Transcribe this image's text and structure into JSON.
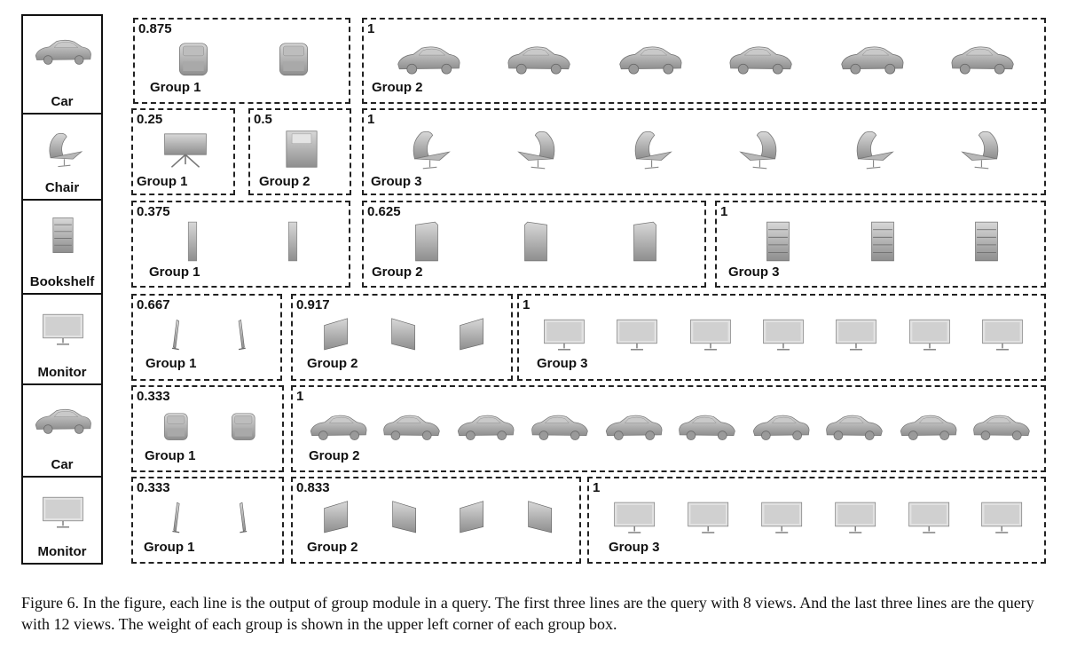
{
  "rows": [
    {
      "query": {
        "label": "Car",
        "icon": "car-render"
      },
      "groups": [
        {
          "weight": "0.875",
          "label": "Group 1",
          "views": 2,
          "icon": "car-front-view"
        },
        {
          "weight": "1",
          "label": "Group 2",
          "views": 6,
          "icon": "car-side-view"
        }
      ]
    },
    {
      "query": {
        "label": "Chair",
        "icon": "chair-render"
      },
      "groups": [
        {
          "weight": "0.25",
          "label": "Group 1",
          "views": 1,
          "icon": "chair-back-view"
        },
        {
          "weight": "0.5",
          "label": "Group 2",
          "views": 1,
          "icon": "chair-front-view"
        },
        {
          "weight": "1",
          "label": "Group 3",
          "views": 6,
          "icon": "chair-angled-view"
        }
      ]
    },
    {
      "query": {
        "label": "Bookshelf",
        "icon": "bookshelf-render"
      },
      "groups": [
        {
          "weight": "0.375",
          "label": "Group 1",
          "views": 2,
          "icon": "bookshelf-edge-view"
        },
        {
          "weight": "0.625",
          "label": "Group 2",
          "views": 3,
          "icon": "bookshelf-back-view"
        },
        {
          "weight": "1",
          "label": "Group 3",
          "views": 3,
          "icon": "bookshelf-front-view"
        }
      ]
    },
    {
      "query": {
        "label": "Monitor",
        "icon": "monitor-render"
      },
      "groups": [
        {
          "weight": "0.667",
          "label": "Group 1",
          "views": 2,
          "icon": "monitor-edge-view"
        },
        {
          "weight": "0.917",
          "label": "Group 2",
          "views": 3,
          "icon": "monitor-angled-view"
        },
        {
          "weight": "1",
          "label": "Group 3",
          "views": 7,
          "icon": "monitor-front-view"
        }
      ]
    },
    {
      "query": {
        "label": "Car",
        "icon": "car-render"
      },
      "groups": [
        {
          "weight": "0.333",
          "label": "Group 1",
          "views": 2,
          "icon": "car-front-view"
        },
        {
          "weight": "1",
          "label": "Group 2",
          "views": 10,
          "icon": "car-side-view"
        }
      ]
    },
    {
      "query": {
        "label": "Monitor",
        "icon": "monitor-render"
      },
      "groups": [
        {
          "weight": "0.333",
          "label": "Group 1",
          "views": 2,
          "icon": "monitor-edge-view"
        },
        {
          "weight": "0.833",
          "label": "Group 2",
          "views": 4,
          "icon": "monitor-angled-view"
        },
        {
          "weight": "1",
          "label": "Group 3",
          "views": 6,
          "icon": "monitor-front-view"
        }
      ]
    }
  ],
  "caption": "Figure 6. In the figure, each line is the output of group module in a query. The first three lines are the query with 8 views. And the last three lines are the query with 12 views. The weight of each group is shown in the upper left corner of each group box."
}
